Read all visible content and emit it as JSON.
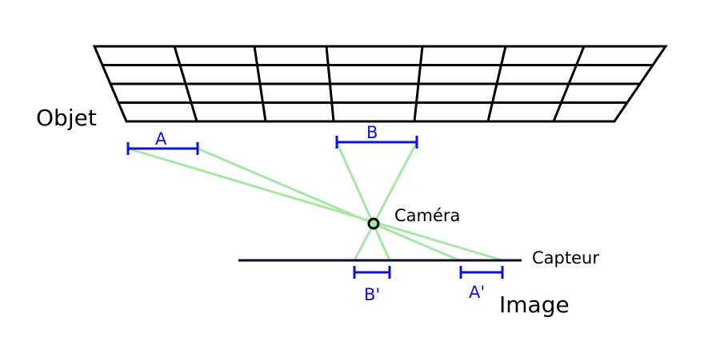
{
  "labels": {
    "object": "Objet",
    "image": "Image",
    "camera": "Caméra",
    "sensor": "Capteur",
    "segment_a": "A",
    "segment_b": "B",
    "segment_a_image": "A'",
    "segment_b_image": "B'"
  },
  "colors": {
    "grid": "#000000",
    "segments": "#1010d0",
    "rays": "#a8e6a8",
    "sensor": "#0a0a2a",
    "camera": "#000000"
  }
}
